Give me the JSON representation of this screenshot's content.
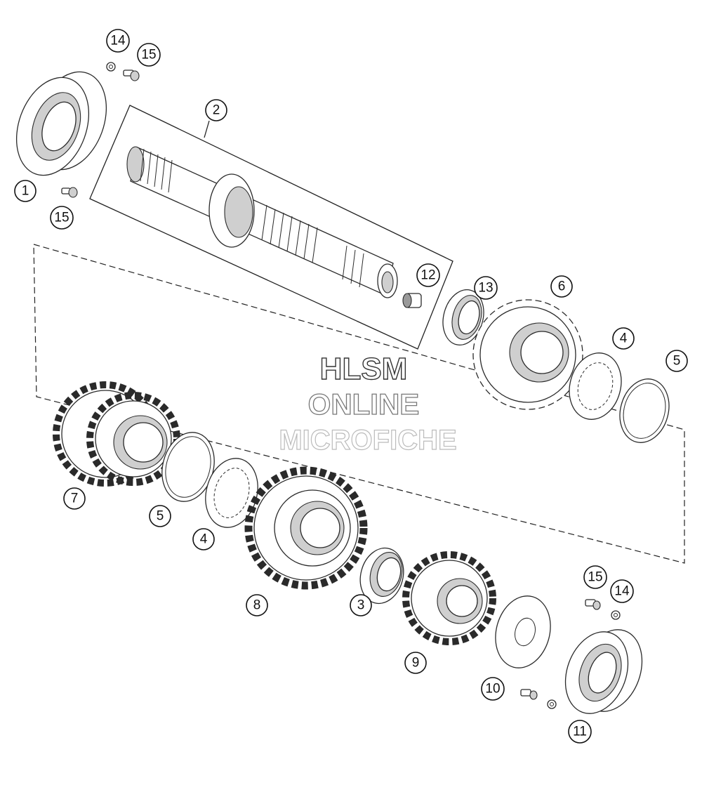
{
  "diagram": {
    "watermark": {
      "line1": "HLSM",
      "line2": "ONLINE",
      "line3": "MICROFICHE"
    },
    "callouts": [
      {
        "id": "c1",
        "label": "1"
      },
      {
        "id": "c2",
        "label": "2"
      },
      {
        "id": "c3",
        "label": "3"
      },
      {
        "id": "c4a",
        "label": "4"
      },
      {
        "id": "c4b",
        "label": "4"
      },
      {
        "id": "c5a",
        "label": "5"
      },
      {
        "id": "c5b",
        "label": "5"
      },
      {
        "id": "c6",
        "label": "6"
      },
      {
        "id": "c7",
        "label": "7"
      },
      {
        "id": "c8",
        "label": "8"
      },
      {
        "id": "c9",
        "label": "9"
      },
      {
        "id": "c10",
        "label": "10"
      },
      {
        "id": "c11",
        "label": "11"
      },
      {
        "id": "c12",
        "label": "12"
      },
      {
        "id": "c13",
        "label": "13"
      },
      {
        "id": "c14a",
        "label": "14"
      },
      {
        "id": "c14b",
        "label": "14"
      },
      {
        "id": "c15a",
        "label": "15"
      },
      {
        "id": "c15b",
        "label": "15"
      },
      {
        "id": "c15c",
        "label": "15"
      }
    ]
  }
}
